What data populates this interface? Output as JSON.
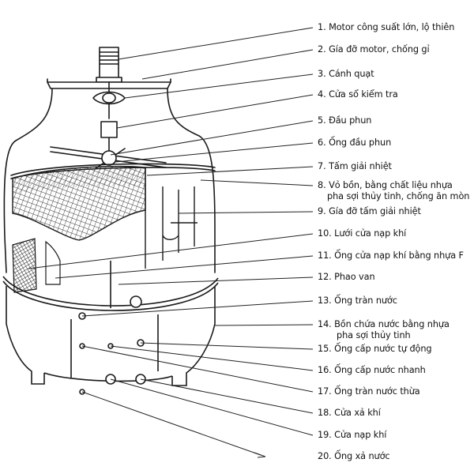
{
  "diagram": {
    "labels": [
      {
        "text": "1. Motor công suất lớn, lộ thiên"
      },
      {
        "text": "2. Gía đỡ motor, chống gỉ"
      },
      {
        "text": "3. Cánh quạt"
      },
      {
        "text": "4. Cửa sổ kiểm tra"
      },
      {
        "text": "5. Đầu phun"
      },
      {
        "text": "6. Ống đầu phun"
      },
      {
        "text": "7. Tấm giải nhiệt"
      },
      {
        "text": "8. Vỏ bồn, bằng chất liệu nhựa"
      },
      {
        "text": "pha sợi thủy tinh, chống ăn mòn"
      },
      {
        "text": "9. Gía đỡ tấm giải nhiệt"
      },
      {
        "text": "10. Lưới cửa nạp khí"
      },
      {
        "text": "11. Ống cửa nạp khí bằng nhựa F"
      },
      {
        "text": "12. Phao van"
      },
      {
        "text": "13. Ống tràn nước"
      },
      {
        "text": "14. Bồn chứa nước bằng nhựa"
      },
      {
        "text": "pha sợi thủy tinh"
      },
      {
        "text": "15. Ống cấp nước tự động"
      },
      {
        "text": "16. Ống cấp nước nhanh"
      },
      {
        "text": "17. Ống tràn nước thừa"
      },
      {
        "text": "18. Cửa xả khí"
      },
      {
        "text": "19. Cửa nạp khí"
      },
      {
        "text": "20. Ống xả nước"
      }
    ]
  }
}
